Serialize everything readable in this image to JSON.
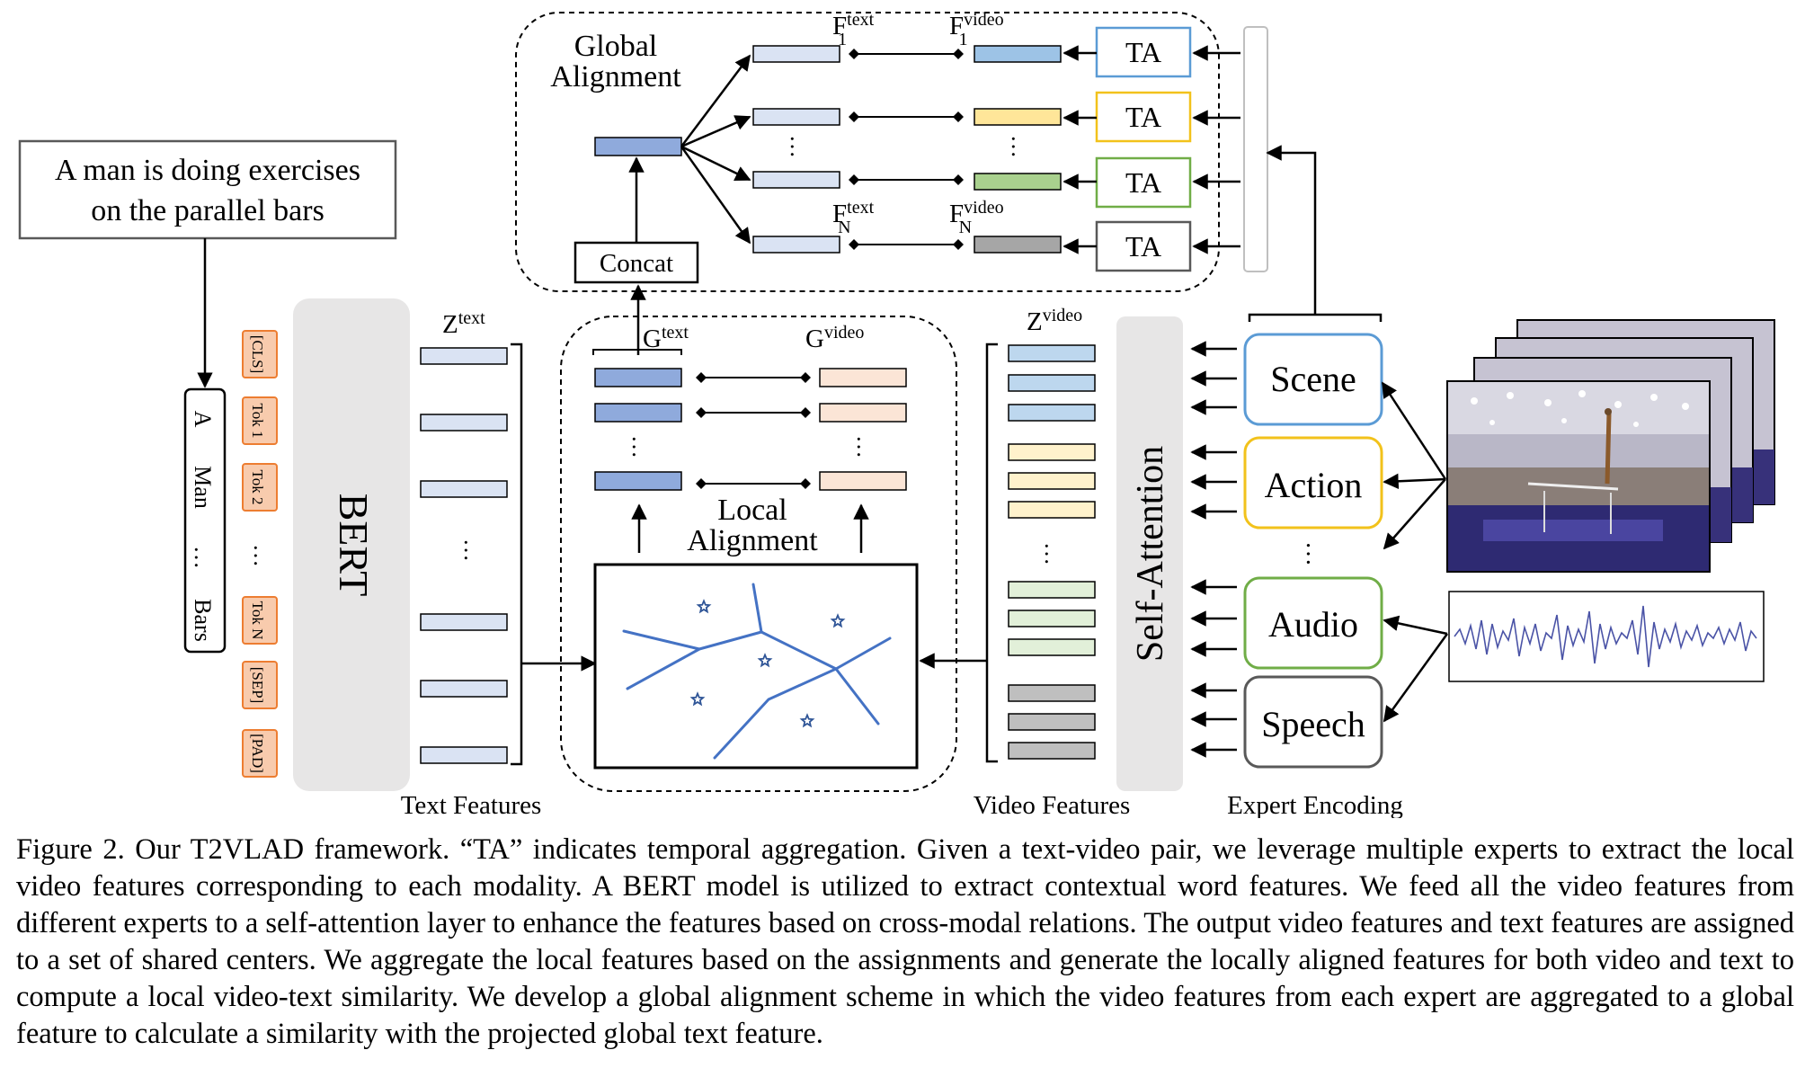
{
  "sentence": {
    "line1": "A man is doing exercises",
    "line2": "on the parallel bars"
  },
  "word_column": {
    "w1": "A",
    "w2": "Man",
    "dots": "…",
    "w3": "Bars"
  },
  "tokens": [
    "[CLS]",
    "Tok 1",
    "Tok 2",
    "Tok N",
    "[SEP]",
    "[PAD]"
  ],
  "bert_label": "BERT",
  "z_text": {
    "base": "Z",
    "sup": "text"
  },
  "z_video": {
    "base": "Z",
    "sup": "video"
  },
  "g_text": {
    "base": "G",
    "sup": "text"
  },
  "g_video": {
    "base": "G",
    "sup": "video"
  },
  "f1_text": {
    "base": "F",
    "sub": "1",
    "sup": "text"
  },
  "f1_video": {
    "base": "F",
    "sub": "1",
    "sup": "video"
  },
  "fn_text": {
    "base": "F",
    "sub": "N",
    "sup": "text"
  },
  "fn_video": {
    "base": "F",
    "sub": "N",
    "sup": "video"
  },
  "global_alignment": {
    "line1": "Global",
    "line2": "Alignment"
  },
  "local_alignment": {
    "line1": "Local",
    "line2": "Alignment"
  },
  "concat_label": "Concat",
  "ta_label": "TA",
  "self_attention": "Self-Attention",
  "experts": [
    {
      "name": "Scene",
      "color": "#5b9bd5"
    },
    {
      "name": "Action",
      "color": "#f2c21b"
    },
    {
      "name": "Audio",
      "color": "#70ad47"
    },
    {
      "name": "Speech",
      "color": "#595959"
    }
  ],
  "bottom_labels": {
    "text": "Text Features",
    "video": "Video Features",
    "expert": "Expert Encoding"
  },
  "colors": {
    "text_feature": "#dae3f3",
    "g_text": "#8faadc",
    "g_video": "#fbe5d6",
    "scene_feature": "#bdd7ee",
    "action_feature": "#fff2cc",
    "audio_feature": "#e2f0d9",
    "speech_feature": "#bfbfbf",
    "f_scene": "#9dc3e6",
    "f_action": "#ffe699",
    "f_audio": "#a9d18e",
    "f_speech": "#a6a6a6",
    "star": "#2f5597"
  },
  "caption": "Figure 2. Our T2VLAD framework. “TA” indicates temporal aggregation. Given a text-video pair, we leverage multiple experts to extract the local video features corresponding to each modality. A BERT model is utilized to extract contextual word features. We feed all the video features from different experts to a self-attention layer to enhance the features based on cross-modal relations. The output video features and text features are assigned to a set of shared centers. We aggregate the local features based on the assignments and generate the locally aligned features for both video and text to compute a local video-text similarity. We develop a global alignment scheme in which the video features from each expert are aggregated to a global feature to calculate a similarity with the projected global text feature."
}
